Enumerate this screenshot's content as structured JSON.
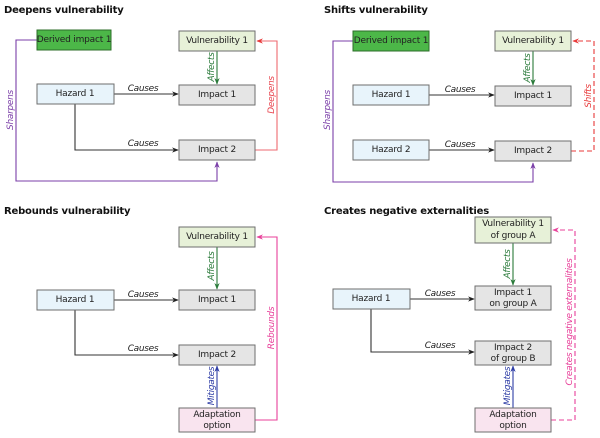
{
  "colors": {
    "derived_fill": "#4cb748",
    "derived_stroke": "#2c6e2a",
    "vuln_fill": "#e7f1d8",
    "hazard_fill": "#e8f4fb",
    "impact_fill": "#e5e5e5",
    "adapt_fill": "#f9e4ef",
    "causes": "#222222",
    "affects": "#2a7a3a",
    "mitigates": "#2f3ea6",
    "sharpens": "#7b3fa8",
    "deepens": "#e8454f",
    "shifts": "#e83a3a",
    "rebounds": "#e8409a",
    "externalities": "#e8409a"
  },
  "panels": [
    {
      "id": "deepens",
      "title": "Deepens vulnerability",
      "boxes": {
        "derived": "Derived impact 1",
        "vulnerability": "Vulnerability 1",
        "hazard1": "Hazard 1",
        "impact1": "Impact 1",
        "impact2": "Impact 2"
      },
      "labels": {
        "causes1": "Causes",
        "causes2": "Causes",
        "affects": "Affects",
        "sharpens": "Sharpens",
        "deepens": "Deepens"
      }
    },
    {
      "id": "shifts",
      "title": "Shifts vulnerability",
      "boxes": {
        "derived": "Derived impact 1",
        "vulnerability": "Vulnerability 1",
        "hazard1": "Hazard 1",
        "hazard2": "Hazard 2",
        "impact1": "Impact 1",
        "impact2": "Impact 2"
      },
      "labels": {
        "causes1": "Causes",
        "causes2": "Causes",
        "affects": "Affects",
        "sharpens": "Sharpens",
        "shifts": "Shifts"
      }
    },
    {
      "id": "rebounds",
      "title": "Rebounds vulnerability",
      "boxes": {
        "vulnerability": "Vulnerability 1",
        "hazard1": "Hazard 1",
        "impact1": "Impact 1",
        "impact2": "Impact 2",
        "adapt_line1": "Adaptation",
        "adapt_line2": "option"
      },
      "labels": {
        "causes1": "Causes",
        "causes2": "Causes",
        "affects": "Affects",
        "mitigates": "Mitigates",
        "rebounds": "Rebounds"
      }
    },
    {
      "id": "externalities",
      "title": "Creates negative externalities",
      "boxes": {
        "vuln_line1": "Vulnerability 1",
        "vuln_line2": "of group A",
        "hazard1": "Hazard 1",
        "impact1_line1": "Impact 1",
        "impact1_line2": "on group A",
        "impact2_line1": "Impact 2",
        "impact2_line2": "of group B",
        "adapt_line1": "Adaptation",
        "adapt_line2": "option"
      },
      "labels": {
        "causes1": "Causes",
        "causes2": "Causes",
        "affects": "Affects",
        "mitigates": "Mitigates",
        "externalities": "Creates negative externalities"
      }
    }
  ]
}
